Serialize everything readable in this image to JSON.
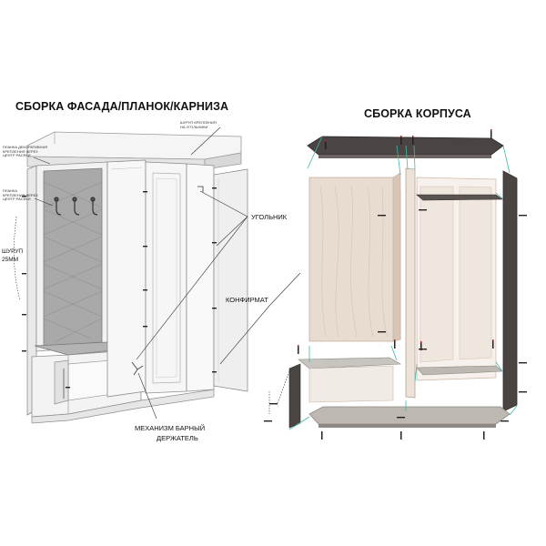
{
  "titles": {
    "left": "СБОРКА ФАСАДА/ПЛАНОК/КАРНИЗА",
    "right": "СБОРКА КОРПУСА"
  },
  "callouts": {
    "corner": "УГОЛЬНИК",
    "confirmat": "КОНФИРМАТ",
    "mechanism_line1": "МЕХАНИЗМ БАРНЫЙ",
    "mechanism_line2": "ДЕРЖАТЕЛЬ",
    "screw_line1": "ШУРУП",
    "screw_line2": "25ММ"
  },
  "fine_print": {
    "top_right_line1": "ШУРУП КРЕПЛЕНИЯ",
    "top_right_line2": "НА УГОЛЬНИКИ",
    "top_left_line1": "ПЛАНКА ДЕКОРАТИВНАЯ",
    "top_left_line2": "КРЕПЛЕНИЯ ЧЕРЕЗ",
    "top_left_line3": "ЦЕНТР РАСЕКИ",
    "mid_left_line1": "ПЛАНКА",
    "mid_left_line2": "КРЕПЛЕНИЯ ЧЕРЕЗ",
    "mid_left_line3": "ЦЕНТР РАСЕКИ"
  },
  "colors": {
    "ink": "#111111",
    "cabinet_white": "#f4f4f4",
    "cabinet_edge": "#8d8d8d",
    "upholstery": "#a7a7a7",
    "wood_light": "#e6d8cc",
    "wood_edge": "#c9b6a6",
    "dark_panel": "#4a4542",
    "shelf_grey": "#b9b5b0",
    "guide_teal": "#3fb9a8",
    "screw_red": "#cc2222"
  },
  "icons": [
    "coat-hook-icon",
    "screw-icon",
    "corner-bracket-icon"
  ]
}
